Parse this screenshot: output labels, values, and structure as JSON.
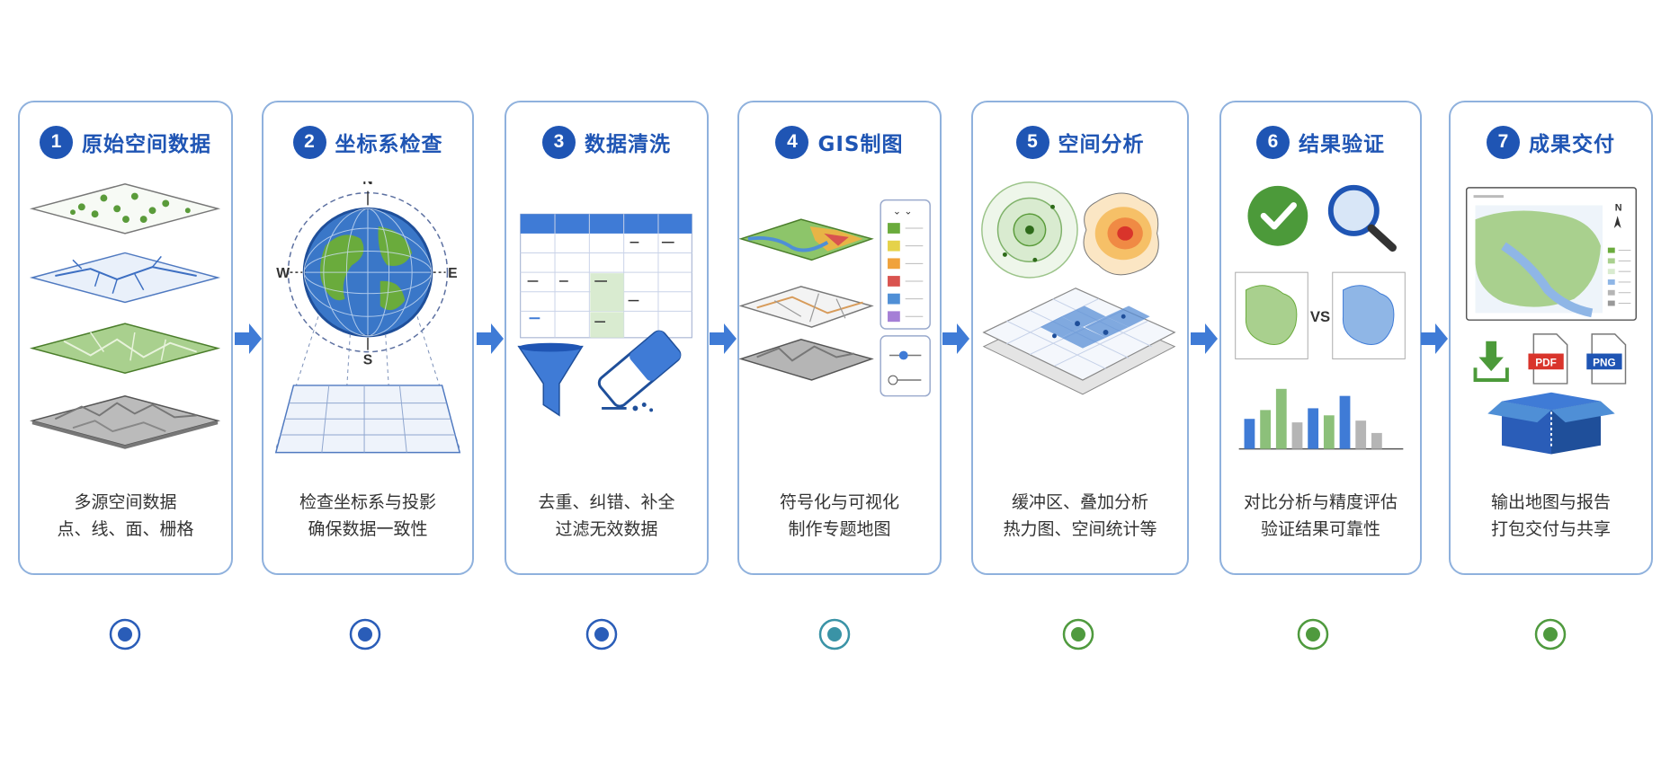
{
  "steps": [
    {
      "number": "1",
      "title": "原始空间数据",
      "line1": "多源空间数据",
      "line2": "点、线、面、栅格"
    },
    {
      "number": "2",
      "title": "坐标系检查",
      "line1": "检查坐标系与投影",
      "line2": "确保数据一致性"
    },
    {
      "number": "3",
      "title": "数据清洗",
      "line1": "去重、纠错、补全",
      "line2": "过滤无效数据"
    },
    {
      "number": "4",
      "title": "GIS制图",
      "line1": "符号化与可视化",
      "line2": "制作专题地图"
    },
    {
      "number": "5",
      "title": "空间分析",
      "line1": "缓冲区、叠加分析",
      "line2": "热力图、空间统计等"
    },
    {
      "number": "6",
      "title": "结果验证",
      "line1": "对比分析与精度评估",
      "line2": "验证结果可靠性"
    },
    {
      "number": "7",
      "title": "成果交付",
      "line1": "输出地图与报告",
      "line2": "打包交付与共享"
    }
  ],
  "compass": {
    "n": "N",
    "s": "S",
    "e": "E",
    "w": "W"
  },
  "compare_label": "VS",
  "export_badges": {
    "pdf": "PDF",
    "png": "PNG"
  },
  "map_north": "N",
  "colors": {
    "primary_blue": "#1f55b4",
    "card_border": "#8fb1dd",
    "timeline_blue": "#2a5db8",
    "timeline_teal": "#3a93a6",
    "timeline_green": "#4f9a3e"
  },
  "icons": [
    "layers-icon",
    "globe-icon",
    "table-icon",
    "funnel-icon",
    "eraser-icon",
    "map-layers-icon",
    "buffer-icon",
    "heatmap-icon",
    "check-icon",
    "magnifier-icon",
    "bar-chart-icon",
    "download-icon",
    "pdf-file-icon",
    "png-file-icon",
    "box-icon"
  ]
}
